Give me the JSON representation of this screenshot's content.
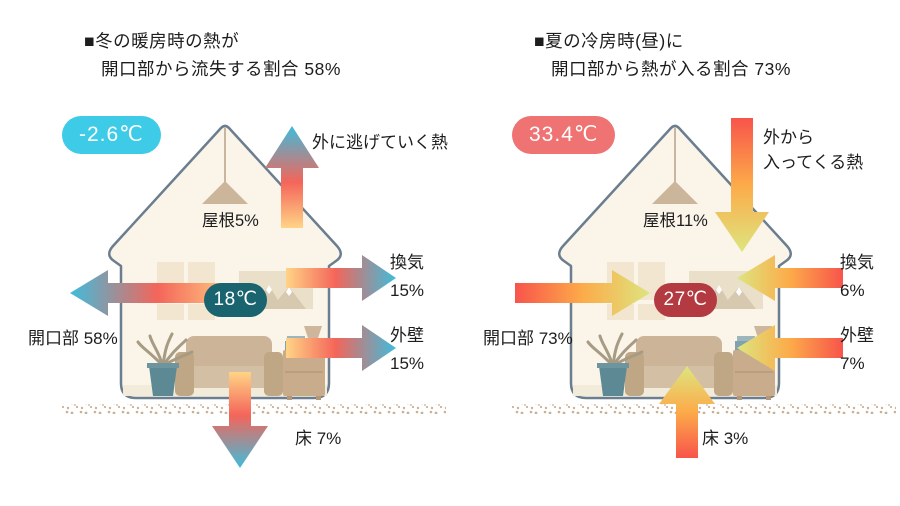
{
  "colors": {
    "winter_badge": "#3ecbe7",
    "summer_badge": "#ee7372",
    "winter_indoor_pill": "#19646f",
    "summer_indoor_pill": "#b23a40",
    "winter_arrow_tail": "#ffd486",
    "winter_arrow_mid": "#f4655a",
    "winter_arrow_head": "#3fbcdb",
    "summer_arrow_tail": "#f8544b",
    "summer_arrow_mid": "#fcab49",
    "summer_arrow_head": "#dde57f"
  },
  "winter": {
    "title_line1": "■冬の暖房時の熱が",
    "title_line2": "開口部から流失する割合 58%",
    "outdoor_temp": "-2.6℃",
    "indoor_temp": "18℃",
    "flow_note_line1": "外に逃げていく熱",
    "flow_note_line2": "",
    "roof_label": "屋根5%",
    "vent_label": "換気",
    "vent_value": "15%",
    "wall_label": "外壁",
    "wall_value": "15%",
    "opening_label": "開口部 58%",
    "floor_label": "床 7%"
  },
  "summer": {
    "title_line1": "■夏の冷房時(昼)に",
    "title_line2": "開口部から熱が入る割合 73%",
    "outdoor_temp": "33.4℃",
    "indoor_temp": "27℃",
    "flow_note_line1": "外から",
    "flow_note_line2": "入ってくる熱",
    "roof_label": "屋根11%",
    "vent_label": "換気",
    "vent_value": "6%",
    "wall_label": "外壁",
    "wall_value": "7%",
    "opening_label": "開口部 73%",
    "floor_label": "床 3%"
  }
}
